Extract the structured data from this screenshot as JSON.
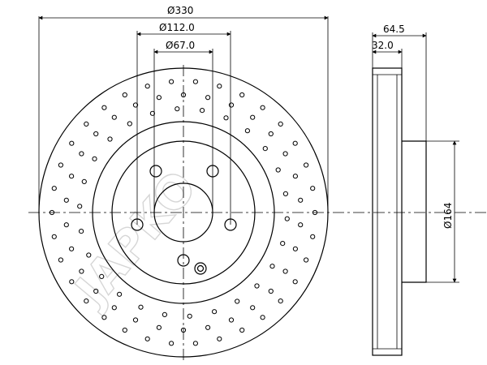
{
  "watermark": "JAPKO",
  "dimensions": {
    "outer_diameter": "Ø330",
    "pcd": "Ø112.0",
    "center_bore": "Ø67.0",
    "total_thickness": "64.5",
    "disc_thickness": "32.0",
    "hat_diameter": "Ø164"
  },
  "colors": {
    "line": "#000000",
    "watermark": "#d6d6d6"
  }
}
